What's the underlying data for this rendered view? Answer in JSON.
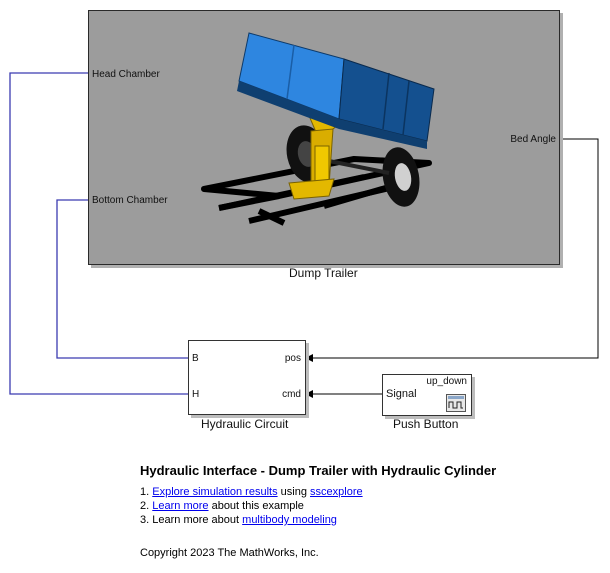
{
  "dump_trailer": {
    "caption": "Dump Trailer",
    "ports": {
      "head_chamber": "Head Chamber",
      "bottom_chamber": "Bottom Chamber",
      "bed_angle": "Bed Angle"
    }
  },
  "hydraulic_circuit": {
    "caption": "Hydraulic Circuit",
    "ports": {
      "b": "B",
      "h": "H",
      "pos": "pos",
      "cmd": "cmd"
    }
  },
  "push_button": {
    "caption": "Push Button",
    "signal_label": "Signal",
    "name": "up_down"
  },
  "info": {
    "title": "Hydraulic Interface - Dump Trailer with Hydraulic Cylinder",
    "item1_num": "1.",
    "item1_link": "Explore simulation results",
    "item1_mid": "using",
    "item1_link2": "sscexplore",
    "item2_num": "2.",
    "item2_link": "Learn more",
    "item2_rest": "about this example",
    "item3_num": "3.",
    "item3_text": "Learn more about",
    "item3_link": "multibody modeling",
    "copyright": "Copyright 2023 The MathWorks, Inc."
  },
  "colors": {
    "wire_physical": "#3b3bb0",
    "wire_signal": "#000000",
    "block_bg": "#9c9c9c",
    "trailer_bed": "#2e86e0",
    "trailer_frame": "#000000",
    "cylinder": "#e3b800"
  }
}
